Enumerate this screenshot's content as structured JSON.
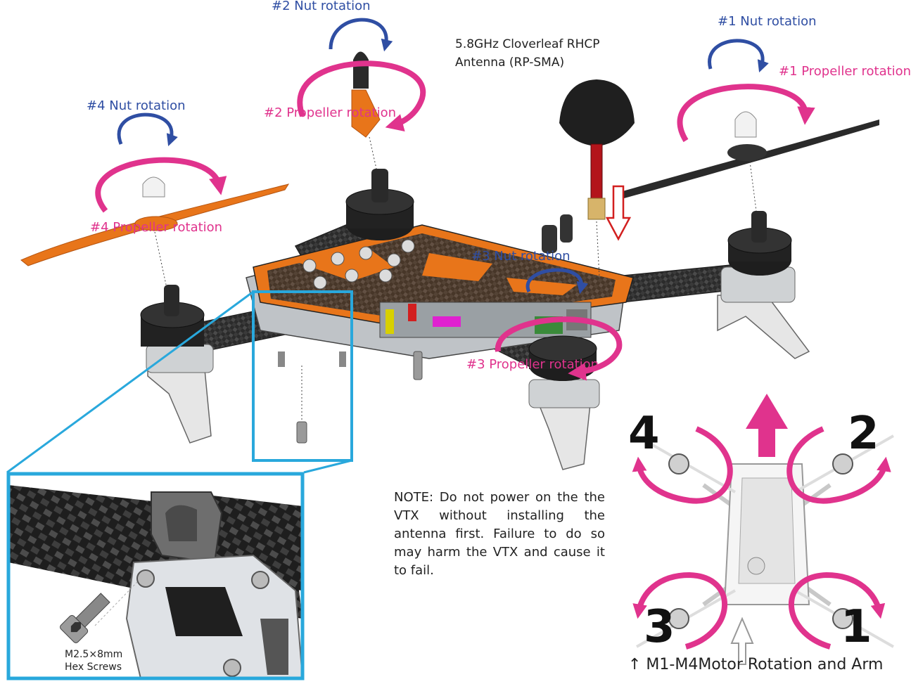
{
  "labels": {
    "nut2": "#2 Nut rotation",
    "nut1": "#1 Nut rotation",
    "nut4": "#4 Nut rotation",
    "nut3": "#3 Nut rotation",
    "prop1": "#1 Propeller rotation",
    "prop2": "#2 Propeller rotation",
    "prop3": "#3 Propeller rotation",
    "prop4": "#4 Propeller rotation"
  },
  "antenna": {
    "line1": "5.8GHz Cloverleaf RHCP",
    "line2": "Antenna (RP-SMA)"
  },
  "note": "NOTE: Do not power on the the VTX without installing the antenna first. Failure to do so may harm the VTX and cause it to fail.",
  "screw": {
    "line1": "M2.5×8mm",
    "line2": "Hex Screws"
  },
  "motor_diagram": {
    "num_top_left": "4",
    "num_top_right": "2",
    "num_bottom_left": "3",
    "num_bottom_right": "1",
    "caption": "↑ M1-M4Motor Rotation and Arm"
  },
  "colors": {
    "nut_blue": "#2f4ea3",
    "prop_pink": "#e0338d",
    "frame_orange": "#e8751a",
    "callout_cyan": "#29a8dc"
  }
}
